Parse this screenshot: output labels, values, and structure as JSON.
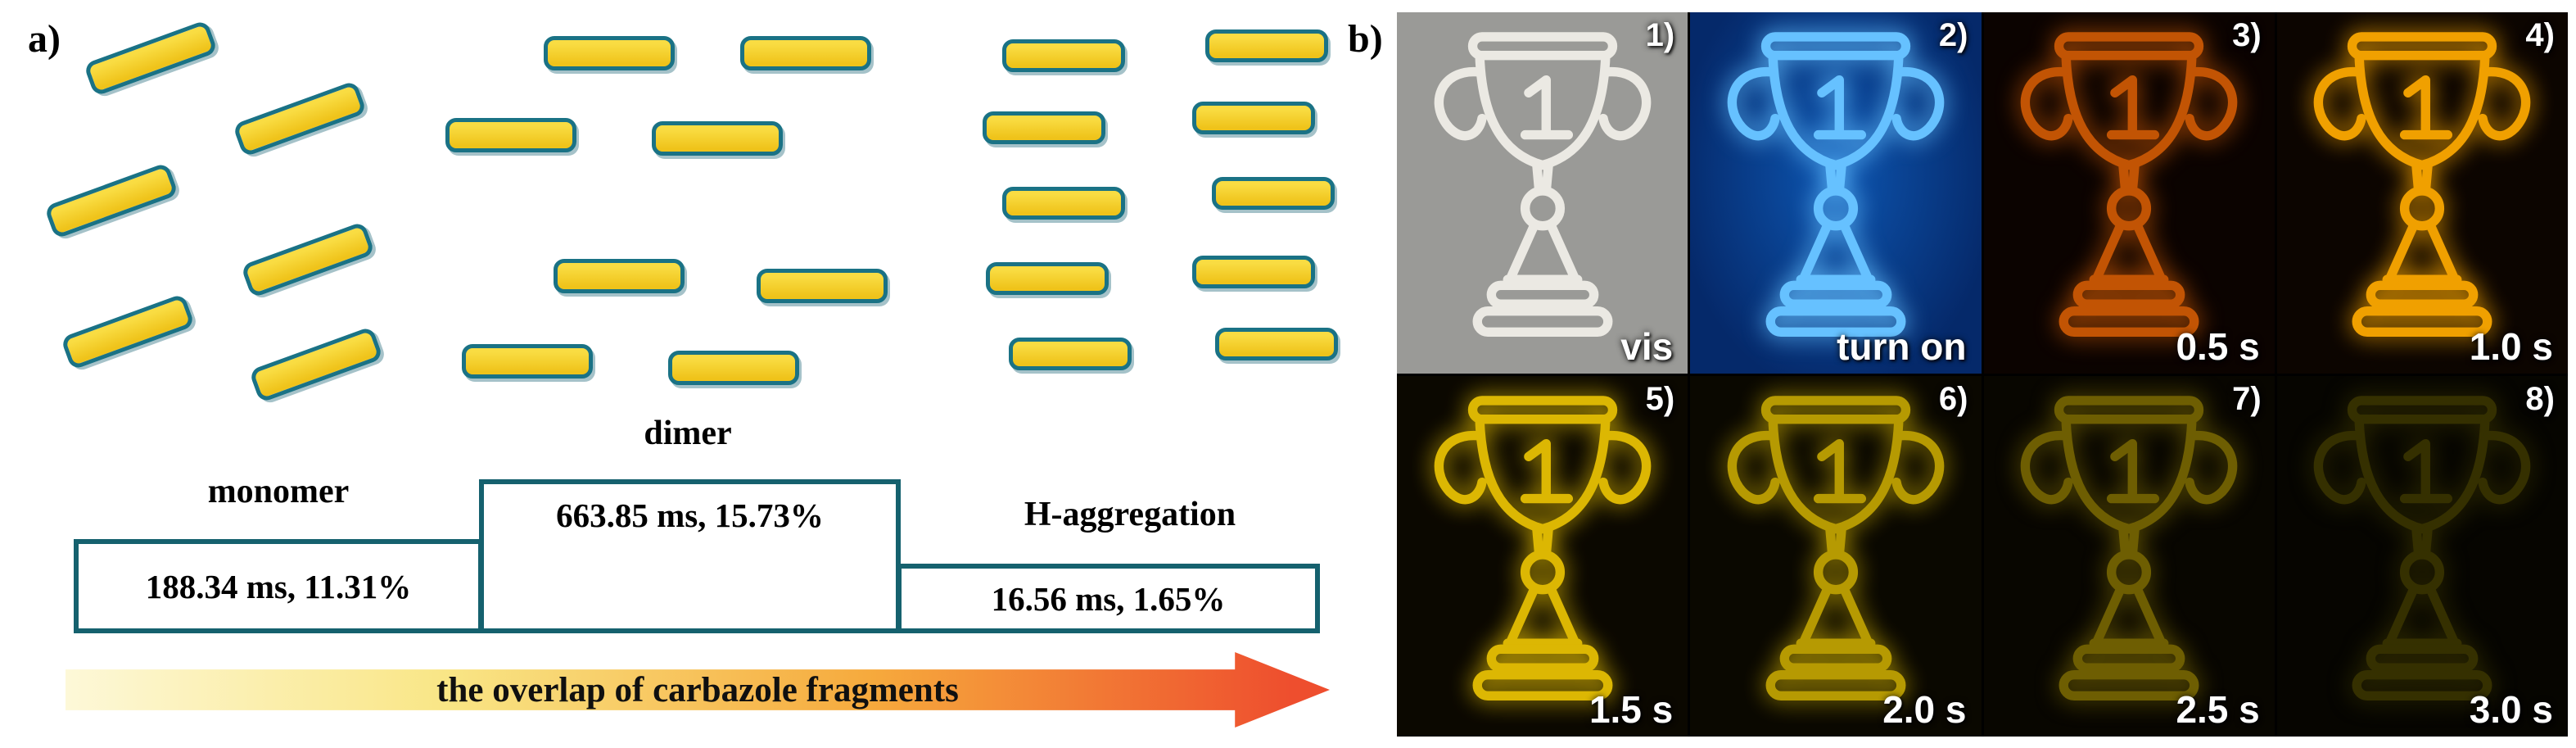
{
  "panel_a": {
    "label": "a)",
    "groups": {
      "monomer": {
        "label": "monomer",
        "value": "188.34 ms, 11.31%"
      },
      "dimer": {
        "label": "dimer",
        "value": "663.85 ms, 15.73%"
      },
      "h_aggregation": {
        "label": "H-aggregation",
        "value": "16.56 ms, 1.65%"
      }
    },
    "arrow_label": "the overlap of carbazole fragments",
    "colors": {
      "bar_fill_top": "#f9dc42",
      "bar_fill_bottom": "#efc31a",
      "bar_border": "#1a7285",
      "box_border": "#15616e",
      "arrow_start": "#fdf8d8",
      "arrow_mid": "#f6a93c",
      "arrow_end": "#ee4e2e"
    }
  },
  "panel_b": {
    "label": "b)",
    "cells": [
      {
        "index": "1)",
        "caption": "vis",
        "trophy_color": "#ebe9e3",
        "background": "#9a9a97"
      },
      {
        "index": "2)",
        "caption": "turn on",
        "trophy_color": "#66c1ff",
        "background": "#05296a",
        "background_center": "#0d55b0"
      },
      {
        "index": "3)",
        "caption": "0.5 s",
        "trophy_color": "#c25404",
        "background": "#0b0300"
      },
      {
        "index": "4)",
        "caption": "1.0 s",
        "trophy_color": "#f0a000",
        "background": "#0c0500"
      },
      {
        "index": "5)",
        "caption": "1.5 s",
        "trophy_color": "#dcb703",
        "background": "#0b0800"
      },
      {
        "index": "6)",
        "caption": "2.0 s",
        "trophy_color": "#b69a02",
        "background": "#0a0800"
      },
      {
        "index": "7)",
        "caption": "2.5 s",
        "trophy_color": "#6e5e02",
        "background": "#080600"
      },
      {
        "index": "8)",
        "caption": "3.0 s",
        "trophy_color": "#353000",
        "background": "#060500"
      }
    ]
  }
}
